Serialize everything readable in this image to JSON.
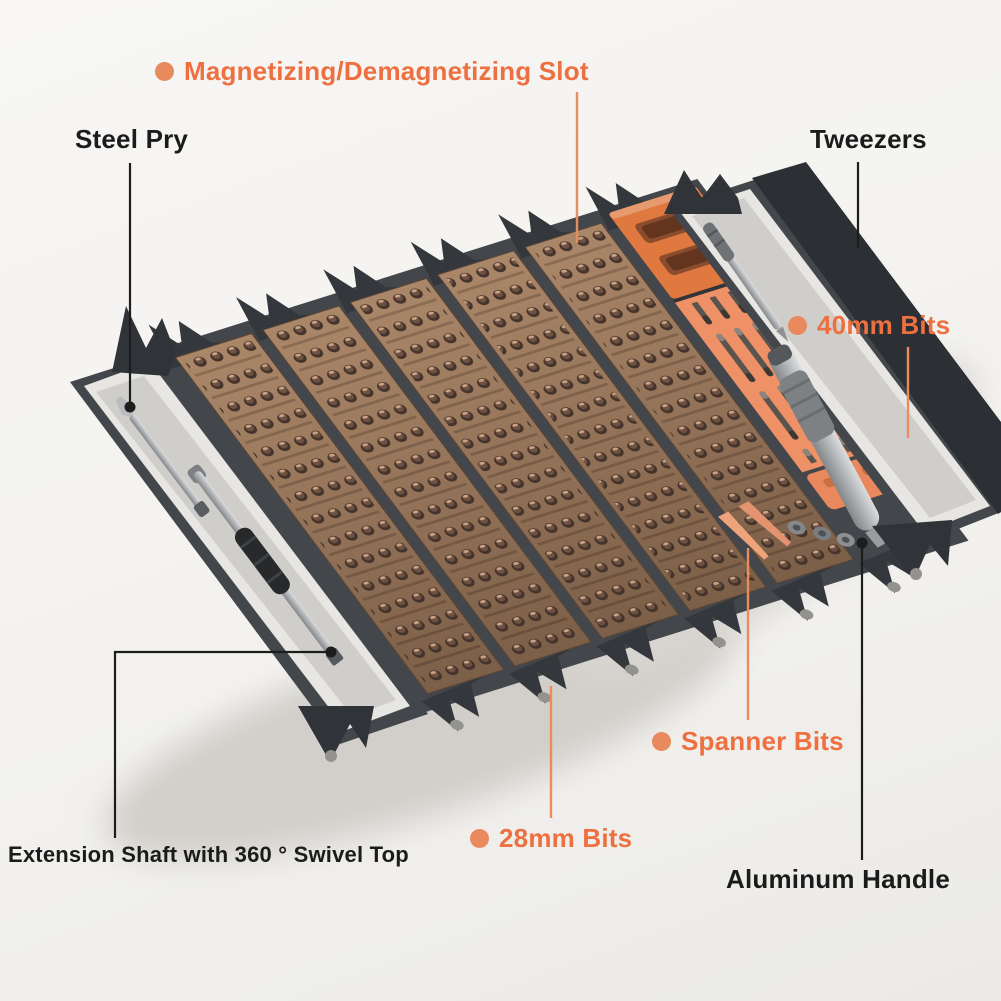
{
  "diagram": {
    "callouts": {
      "magnetizing_slot": "Magnetizing/Demagnetizing Slot",
      "steel_pry": "Steel Pry",
      "tweezers": "Tweezers",
      "bits_40mm": "40mm Bits",
      "spanner_bits": "Spanner Bits",
      "bits_28mm": "28mm Bits",
      "extension_shaft": "Extension Shaft with 360 ° Swivel Top",
      "aluminum_handle": "Aluminum Handle"
    },
    "colors": {
      "background": "#f4f3f1",
      "orange_label_text": "#ee6f3f",
      "orange_bullet": "#e88a5e",
      "black_label_text": "#1b1b1b",
      "leader_orange": "#e98c60",
      "leader_black": "#1d1d1d",
      "case_dark": "#3a3d41",
      "tray_brown": "#9b7a5f",
      "magnet_block_orange": "#e0793f",
      "bits_tray_salmon": "#ef9166",
      "rail_silver": "#e7e6e3"
    }
  }
}
